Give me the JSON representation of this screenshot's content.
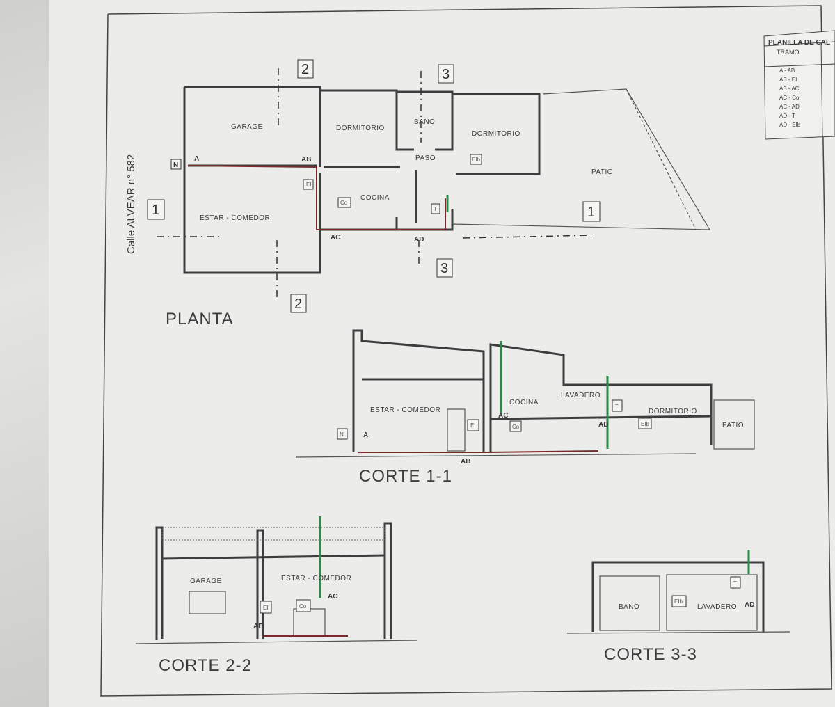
{
  "planta": {
    "title": "PLANTA",
    "street": "Calle ALVEAR n° 582",
    "rooms": {
      "garage": "GARAGE",
      "dormitorio1": "DORMITORIO",
      "bano": "BAÑO",
      "dormitorio2": "DORMITORIO",
      "paso": "PASO",
      "patio": "PATIO",
      "cocina": "COCINA",
      "estar": "ESTAR - COMEDOR"
    },
    "tags": {
      "n": "N",
      "a": "A",
      "ab": "AB",
      "ei": "EI",
      "co": "Co",
      "ac": "AC",
      "ad": "AD",
      "eib": "EIb",
      "t": "T"
    },
    "cuts": {
      "c1": "1",
      "c2": "2",
      "c3": "3"
    }
  },
  "corte11": {
    "title": "CORTE 1-1",
    "rooms": {
      "estar": "ESTAR - COMEDOR",
      "cocina": "COCINA",
      "lavadero": "LAVADERO",
      "dormitorio": "DORMITORIO",
      "patio": "PATIO"
    },
    "tags": {
      "n": "N",
      "a": "A",
      "ab": "AB",
      "ei": "EI",
      "co": "Co",
      "ac": "AC",
      "ad": "AD",
      "t": "T",
      "eib": "EIb"
    }
  },
  "corte22": {
    "title": "CORTE 2-2",
    "rooms": {
      "garage": "GARAGE",
      "estar": "ESTAR - COMEDOR"
    },
    "tags": {
      "ei": "EI",
      "co": "Co",
      "ac": "AC",
      "ab": "AB"
    }
  },
  "corte33": {
    "title": "CORTE 3-3",
    "rooms": {
      "bano": "BAÑO",
      "lavadero": "LAVADERO"
    },
    "tags": {
      "eib": "EIb",
      "t": "T",
      "ad": "AD"
    }
  },
  "planilla": {
    "title": "PLANILLA DE CAL",
    "col_tramo": "TRAMO",
    "rows": [
      "A - AB",
      "AB - EI",
      "AB - AC",
      "AC - Co",
      "AC - AD",
      "AD - T",
      "AD - EIb"
    ]
  },
  "colors": {
    "paper": "#ecedea",
    "ink": "#3a3a3a",
    "pipe_green": "#2a8a4a"
  }
}
